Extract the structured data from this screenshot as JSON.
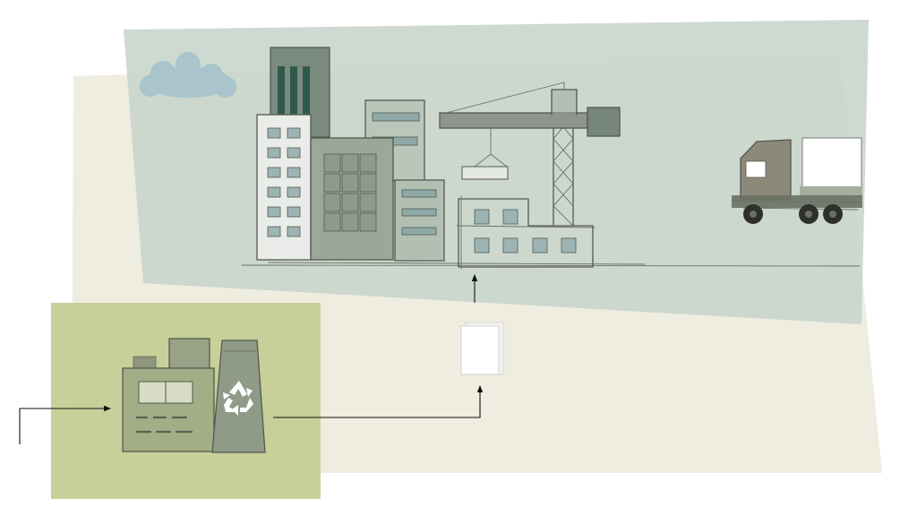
{
  "diagram": {
    "background_panels": [
      {
        "name": "beige-area",
        "color": "#efece0"
      },
      {
        "name": "city-area",
        "color": "#c9d6cb"
      },
      {
        "name": "recycling-area",
        "color": "#c6cf98"
      }
    ],
    "nodes": [
      {
        "id": "city-construction-scene",
        "icon": "city-construction-icon"
      },
      {
        "id": "recycling-factory",
        "icon": "recycle-icon"
      },
      {
        "id": "paper-document",
        "icon": "document-icon"
      },
      {
        "id": "delivery-truck",
        "icon": "truck-icon"
      }
    ],
    "edges": [
      {
        "from": "outside",
        "to": "recycling-factory"
      },
      {
        "from": "recycling-factory",
        "to": "paper-document"
      },
      {
        "from": "paper-document",
        "to": "city-construction-scene"
      }
    ],
    "colors": {
      "arrow": "#111111",
      "sketch_line": "#55594f",
      "cloud": "#a9c4cc",
      "building_dark": "#76857a",
      "building_light": "#e9ece8",
      "window": "#9db4b4"
    }
  }
}
